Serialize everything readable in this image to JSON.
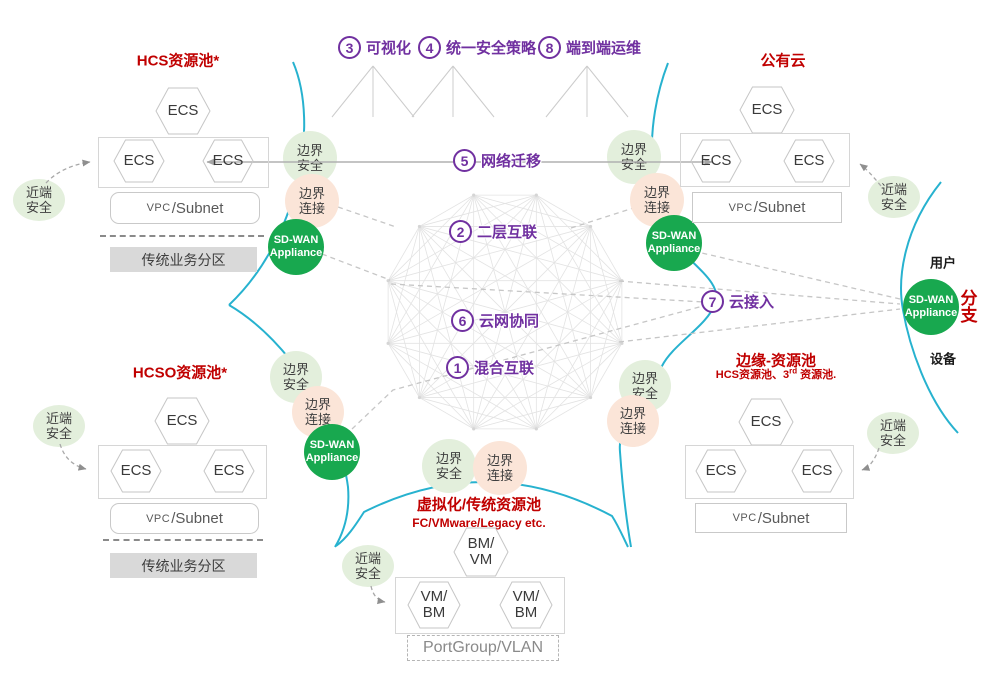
{
  "badges": [
    {
      "num": "3",
      "label": "可视化"
    },
    {
      "num": "4",
      "label": "统一安全策略"
    },
    {
      "num": "8",
      "label": "端到端运维"
    },
    {
      "num": "5",
      "label": "网络迁移"
    },
    {
      "num": "2",
      "label": "二层互联"
    },
    {
      "num": "6",
      "label": "云网协同"
    },
    {
      "num": "1",
      "label": "混合互联"
    },
    {
      "num": "7",
      "label": "云接入"
    }
  ],
  "pools": {
    "hcs": {
      "title": "HCS资源池*",
      "legacy_zone": "传统业务分区"
    },
    "hcso": {
      "title": "HCSO资源池*",
      "legacy_zone": "传统业务分区"
    },
    "public_cloud": {
      "title": "公有云"
    },
    "edge": {
      "title": "边缘-资源池",
      "subtitle_prefix": "HCS资源池、3",
      "subtitle_sup": "rd",
      "subtitle_suffix": " 资源池."
    },
    "virt": {
      "title": "虚拟化/传统资源池",
      "subtitle": "FC/VMware/Legacy etc."
    }
  },
  "labels": {
    "ecs": "ECS",
    "bm_vm_l1": "BM/",
    "bm_vm_l2": "VM",
    "vm_bm_l1": "VM/",
    "vm_bm_l2": "BM",
    "vpc_caps": "VPC",
    "vpc_rest": "/Subnet",
    "portgroup": "PortGroup/VLAN",
    "boundary_security": "边界安全",
    "boundary_connect": "边界连接",
    "near_security": "近端安全",
    "sdwan_l1": "SD-WAN",
    "sdwan_l2": "Appliance",
    "user": "用户",
    "device": "设备",
    "branch": "分支"
  },
  "colors": {
    "title_red": "#c00000",
    "badge_purple": "#7030a0",
    "sdwan_green": "#18a84f",
    "security_light_green": "#e3efdc",
    "connect_peach": "#fbe5d8",
    "wan_teal": "#27b2cf",
    "mesh_gray": "#e3e3e3"
  }
}
